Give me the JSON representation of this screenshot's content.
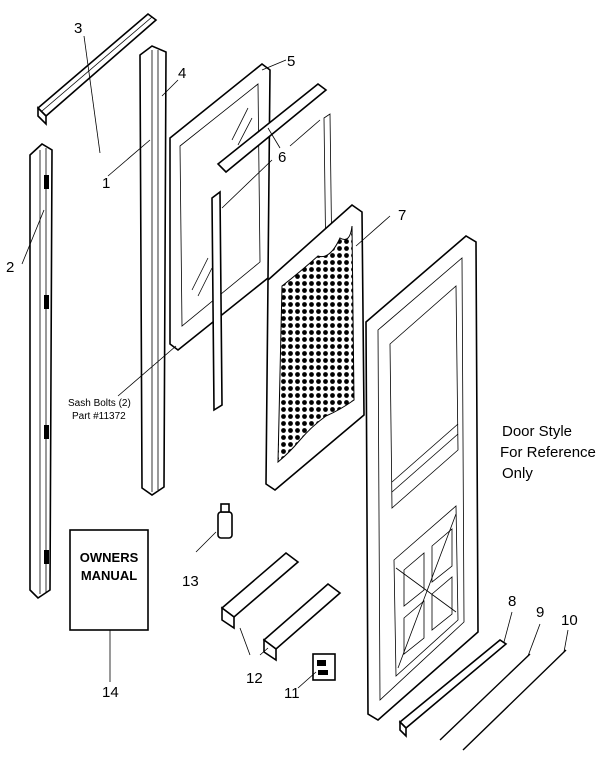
{
  "callouts": [
    "1",
    "2",
    "3",
    "4",
    "5",
    "6",
    "7",
    "8",
    "9",
    "10",
    "11",
    "12",
    "13",
    "14"
  ],
  "notes": {
    "sash_bolts_line1": "Sash Bolts (2)",
    "sash_bolts_line2": "Part #11372",
    "door_style_line1": "Door Style",
    "door_style_line2": "For Reference",
    "door_style_line3": "Only"
  },
  "manual": {
    "line1": "OWNERS",
    "line2": "MANUAL"
  },
  "colors": {
    "ink": "#000000",
    "paper": "#ffffff"
  }
}
